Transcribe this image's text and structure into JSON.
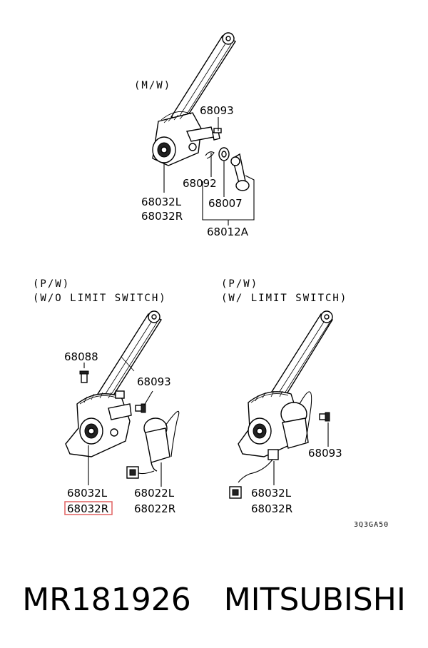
{
  "diagram": {
    "top": {
      "variant": "(M/W)",
      "labels": {
        "bolt": "68093",
        "clip": "68092",
        "regulator_l": "68032L",
        "regulator_r": "68032R",
        "washer": "68007",
        "handle": "68012A"
      }
    },
    "left": {
      "variant_line1": "(P/W)",
      "variant_line2": "(W/O LIMIT SWITCH)",
      "labels": {
        "screw": "68088",
        "bolt": "68093",
        "regulator_l": "68032L",
        "regulator_r": "68032R",
        "motor_l": "68022L",
        "motor_r": "68022R"
      }
    },
    "right": {
      "variant_line1": "(P/W)",
      "variant_line2": "(W/ LIMIT SWITCH)",
      "labels": {
        "bolt": "68093",
        "regulator_l": "68032L",
        "regulator_r": "68032R"
      }
    },
    "drawing_code": "3Q3GA50",
    "highlighted_part": "68032R",
    "highlight_color": "#e06060"
  },
  "footer": {
    "part_number": "MR181926",
    "brand": "MITSUBISHI"
  }
}
